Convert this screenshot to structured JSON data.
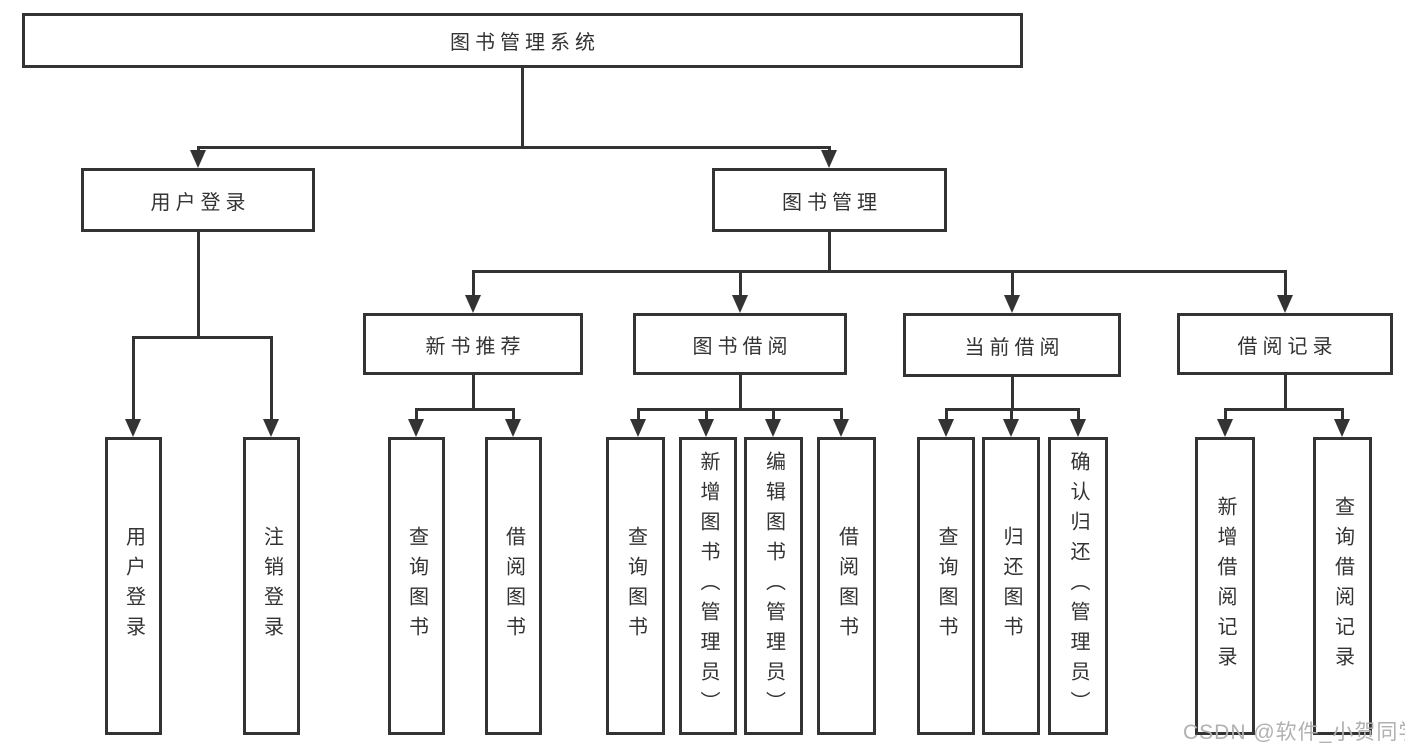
{
  "diagram": {
    "title": "图书管理系统",
    "watermark": "CSDN @软件_小贺同学",
    "colors": {
      "line": "#333333",
      "box_border": "#333333",
      "box_bg": "#ffffff",
      "text": "#333333",
      "watermark": "#b1b1b1"
    },
    "nodes": {
      "root": {
        "label": "图书管理系统"
      },
      "user_login": {
        "label": "用户登录"
      },
      "book_mgmt": {
        "label": "图书管理"
      },
      "new_book_rec": {
        "label": "新书推荐"
      },
      "book_borrow": {
        "label": "图书借阅"
      },
      "current_borrow": {
        "label": "当前借阅"
      },
      "borrow_record": {
        "label": "借阅记录"
      },
      "leaf_user_login": {
        "label": "用户登录"
      },
      "leaf_logout": {
        "label": "注销登录"
      },
      "leaf_query_book_1": {
        "label": "查询图书"
      },
      "leaf_borrow_book_1": {
        "label": "借阅图书"
      },
      "leaf_query_book_2": {
        "label": "查询图书"
      },
      "leaf_add_book": {
        "label": "新增图书（管理员）"
      },
      "leaf_edit_book": {
        "label": "编辑图书（管理员）"
      },
      "leaf_borrow_book_2": {
        "label": "借阅图书"
      },
      "leaf_query_book_3": {
        "label": "查询图书"
      },
      "leaf_return_book": {
        "label": "归还图书"
      },
      "leaf_confirm_return": {
        "label": "确认归还（管理员）"
      },
      "leaf_add_borrow_record": {
        "label": "新增借阅记录"
      },
      "leaf_query_borrow_record": {
        "label": "查询借阅记录"
      }
    },
    "hierarchy": {
      "图书管理系统": {
        "用户登录": [
          "用户登录",
          "注销登录"
        ],
        "图书管理": {
          "新书推荐": [
            "查询图书",
            "借阅图书"
          ],
          "图书借阅": [
            "查询图书",
            "新增图书（管理员）",
            "编辑图书（管理员）",
            "借阅图书"
          ],
          "当前借阅": [
            "查询图书",
            "归还图书",
            "确认归还（管理员）"
          ],
          "借阅记录": [
            "新增借阅记录",
            "查询借阅记录"
          ]
        }
      }
    }
  }
}
